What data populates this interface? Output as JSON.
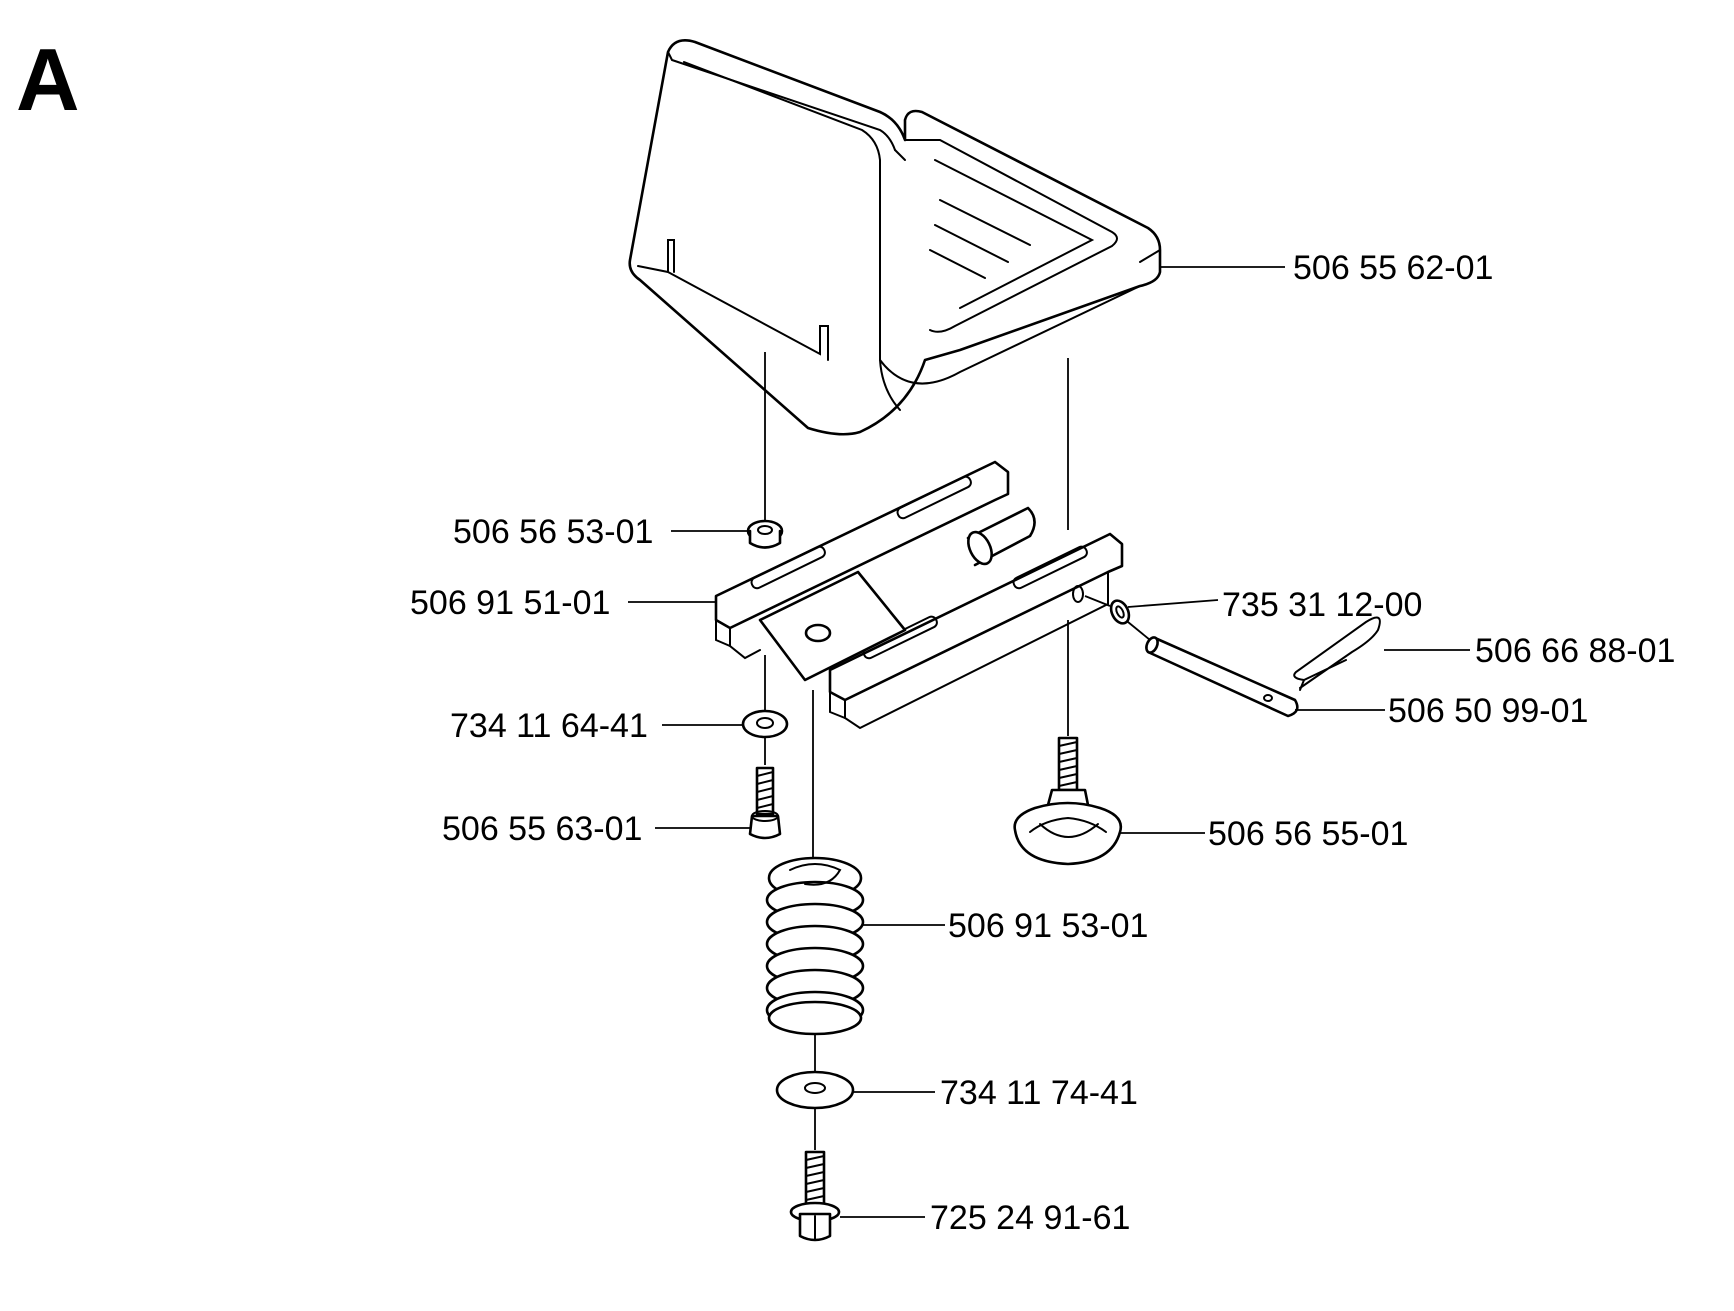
{
  "section_letter": "A",
  "parts": [
    {
      "id": "seat",
      "number": "506 55 62-01"
    },
    {
      "id": "bushing",
      "number": "506 56 53-01"
    },
    {
      "id": "bracket",
      "number": "506 91 51-01"
    },
    {
      "id": "circlip",
      "number": "735 31 12-00"
    },
    {
      "id": "hairpin-clip",
      "number": "506 66 88-01"
    },
    {
      "id": "pin",
      "number": "506 50 99-01"
    },
    {
      "id": "washer-small",
      "number": "734 11 64-41"
    },
    {
      "id": "screw-small",
      "number": "506 55 63-01"
    },
    {
      "id": "knob",
      "number": "506 56 55-01"
    },
    {
      "id": "spring",
      "number": "506 91 53-01"
    },
    {
      "id": "washer-large",
      "number": "734 11 74-41"
    },
    {
      "id": "flange-bolt",
      "number": "725 24 91-61"
    }
  ]
}
